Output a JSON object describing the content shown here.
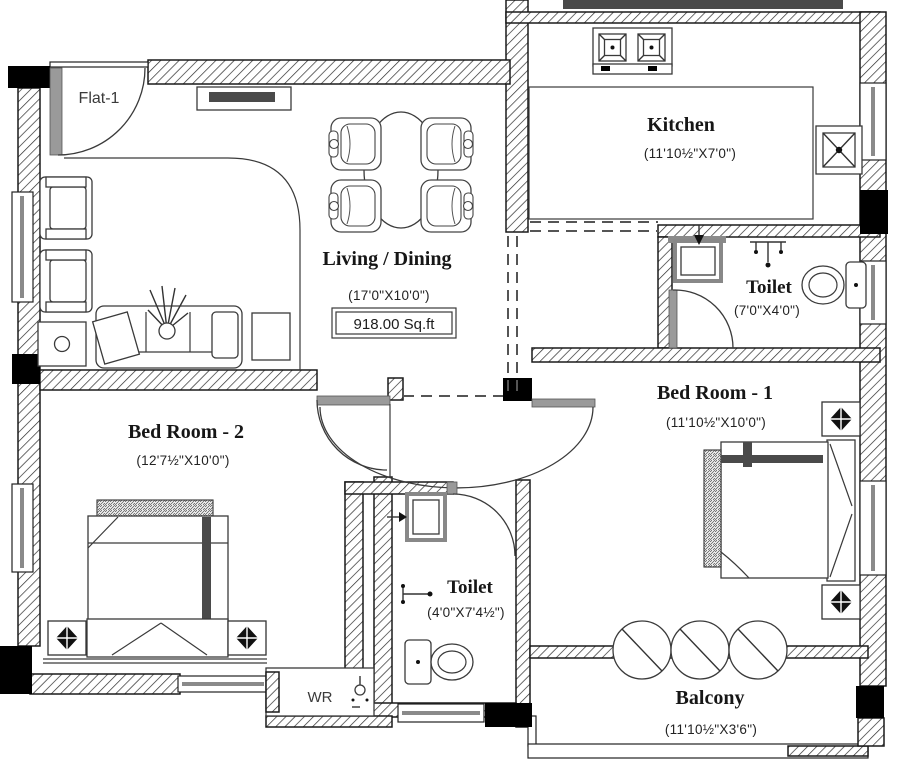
{
  "plan": {
    "flat_label": "Flat-1",
    "rooms": {
      "living": {
        "name": "Living / Dining",
        "dims": "(17'0\"X10'0\")",
        "area": "918.00 Sq.ft"
      },
      "kitchen": {
        "name": "Kitchen",
        "dims": "(11'10½\"X7'0\")"
      },
      "toilet_top": {
        "name": "Toilet",
        "dims": "(7'0\"X4'0\")"
      },
      "bedroom1": {
        "name": "Bed Room - 1",
        "dims": "(11'10½\"X10'0\")"
      },
      "bedroom2": {
        "name": "Bed Room - 2",
        "dims": "(12'7½\"X10'0\")"
      },
      "toilet_mid": {
        "name": "Toilet",
        "dims": "(4'0\"X7'4½\")"
      },
      "balcony": {
        "name": "Balcony",
        "dims": "(11'10½\"X3'6\")"
      },
      "wardrobe": {
        "label": "WR"
      }
    },
    "colors": {
      "line": "#1a1a1a",
      "column": "#000000",
      "door_leaf": "#9a9a9a",
      "counter_bar": "#4a4a4a",
      "background": "#ffffff"
    }
  }
}
